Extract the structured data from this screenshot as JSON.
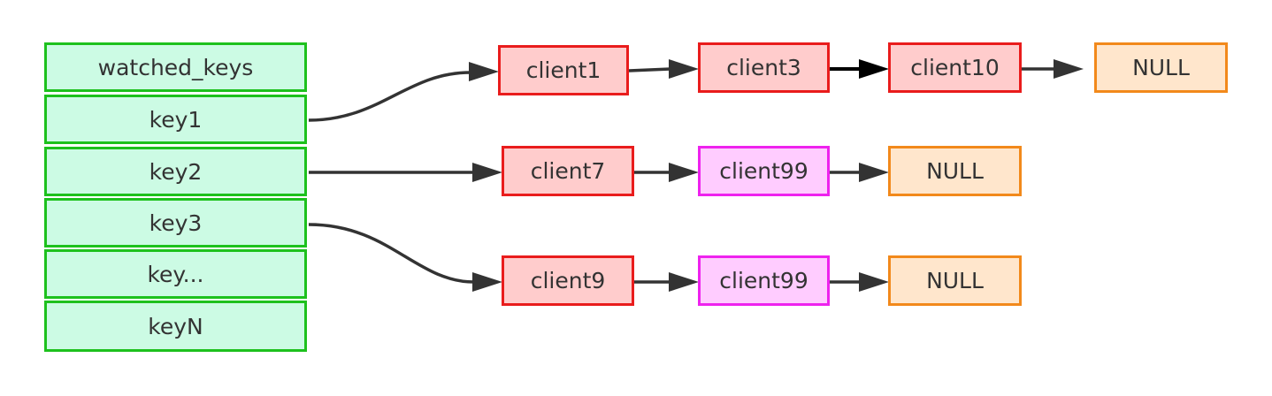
{
  "watched_keys": {
    "header": "watched_keys",
    "keys": [
      "key1",
      "key2",
      "key3",
      "key...",
      "keyN"
    ]
  },
  "lists": [
    [
      "client1",
      "client3",
      "client10",
      "NULL"
    ],
    [
      "client7",
      "client99",
      "NULL"
    ],
    [
      "client9",
      "client99",
      "NULL"
    ]
  ],
  "colors": {
    "key_fill": "#ccfbe4",
    "key_border": "#1dc11d",
    "client_fill": "#ffcccc",
    "client_border": "#e91c1c",
    "highlight_fill": "#ffccff",
    "highlight_border": "#ee22ee",
    "null_fill": "#ffe6cc",
    "null_border": "#f2891b",
    "arrow": "#333333"
  }
}
